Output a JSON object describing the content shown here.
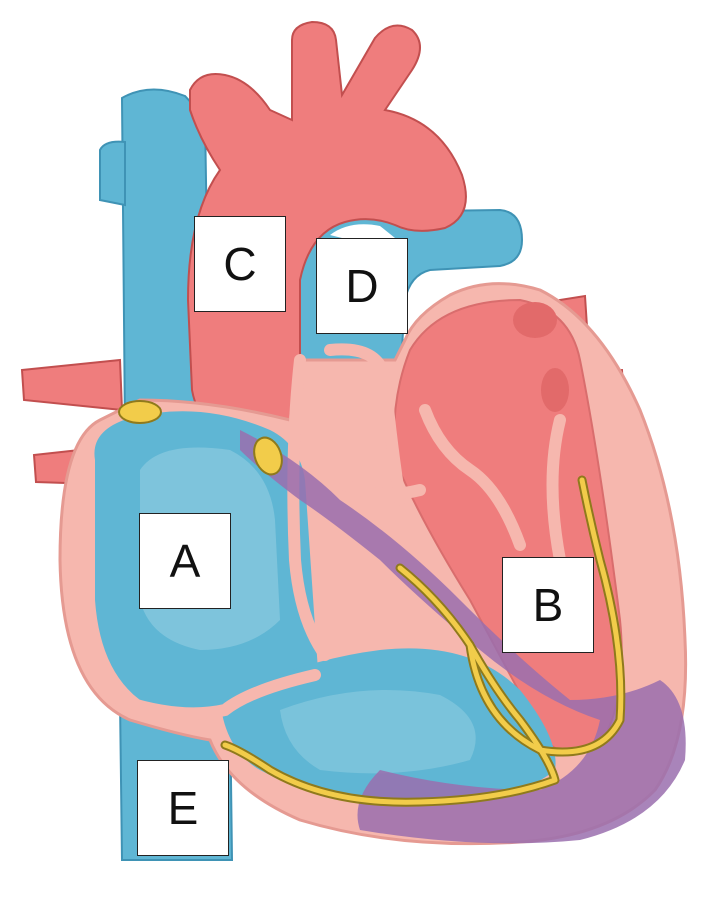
{
  "labels": {
    "a": "A",
    "b": "B",
    "c": "C",
    "d": "D",
    "e": "E"
  },
  "colors": {
    "oxygenated": "#ef7d7d",
    "oxygenated_dark": "#c24f4f",
    "deoxygenated": "#5fb6d4",
    "deoxygenated_dark": "#3f93b5",
    "deoxygenated_light": "#8ccbe0",
    "heart_wall": "#f6b7ae",
    "heart_wall_edge": "#e59a92",
    "conduction_purple": "#9a6fae",
    "conduction_yellow": "#f2cc4a",
    "conduction_yellow_edge": "#8f7a1c"
  }
}
